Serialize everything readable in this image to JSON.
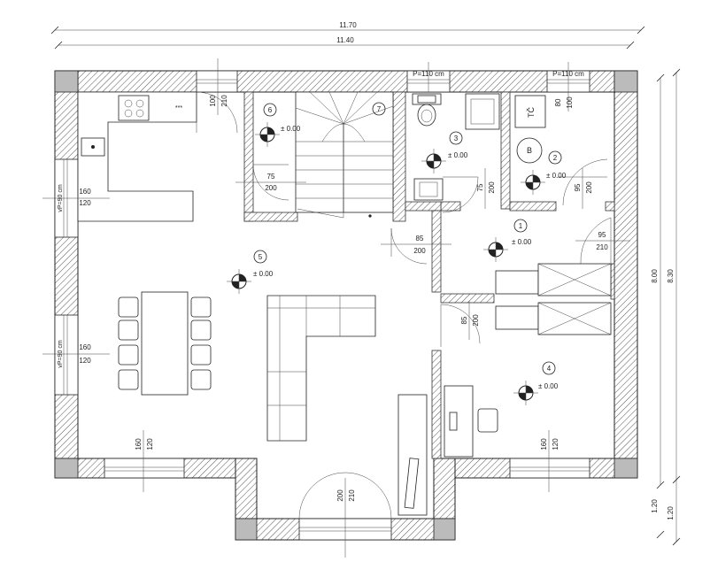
{
  "dimensions": {
    "top_outer": "11.70",
    "top_inner": "11.40",
    "right_outer": "8.30",
    "right_inner": "8.00",
    "bottom_outer": "1.20",
    "bottom_inner": "1.20"
  },
  "rooms": [
    {
      "number": "1",
      "level": "± 0.00"
    },
    {
      "number": "2",
      "level": "± 0.00"
    },
    {
      "number": "3",
      "level": "± 0.00"
    },
    {
      "number": "4",
      "level": "± 0.00"
    },
    {
      "number": "5",
      "level": "± 0.00"
    },
    {
      "number": "6",
      "level": "± 0.00"
    },
    {
      "number": "7"
    }
  ],
  "openings": {
    "kitchen_window": {
      "w": "100",
      "h": "210"
    },
    "wc_window": {
      "w": "80",
      "h": "100"
    },
    "left_window_top": {
      "w": "160",
      "h": "120",
      "sill": "vP=90 cm"
    },
    "left_window_bottom": {
      "w": "160",
      "h": "120",
      "sill": "vP=90 cm"
    },
    "bottom_left_window": {
      "w": "160",
      "h": "120"
    },
    "bottom_right_window": {
      "w": "160",
      "h": "120"
    },
    "entrance_door": {
      "w": "200",
      "h": "210"
    },
    "stair_door": {
      "w": "75",
      "h": "200"
    },
    "hall_door": {
      "w": "85",
      "h": "200"
    },
    "bath_door": {
      "w": "75",
      "h": "200"
    },
    "tech_door": {
      "w": "95",
      "h": "200"
    },
    "right_door": {
      "w": "95",
      "h": "210"
    },
    "bedroom_door": {
      "w": "85",
      "h": "200"
    }
  },
  "sill_labels": {
    "bathroom_window": "P=110 cm",
    "tech_window": "P=110 cm"
  },
  "equipment": {
    "heat_pump": "TČ",
    "boiler": "B",
    "hob": "***"
  }
}
